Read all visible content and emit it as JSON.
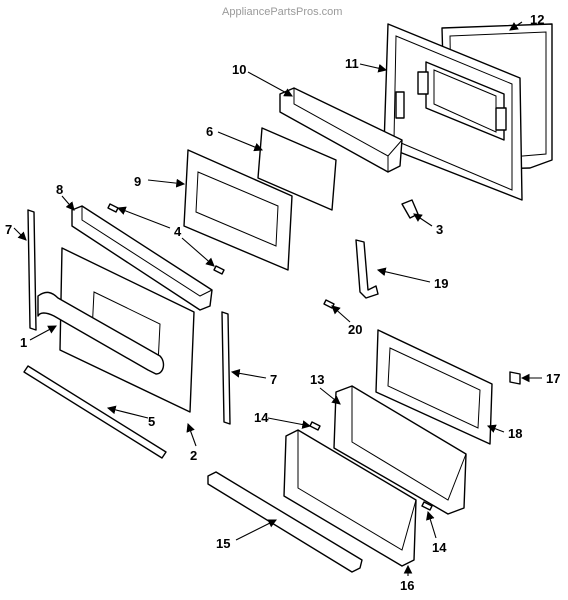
{
  "watermark": "AppliancePartsPros.com",
  "callouts": {
    "c1": "1",
    "c2": "2",
    "c3": "3",
    "c4": "4",
    "c5": "5",
    "c6": "6",
    "c7a": "7",
    "c7b": "7",
    "c8": "8",
    "c9": "9",
    "c10": "10",
    "c11": "11",
    "c12": "12",
    "c13": "13",
    "c14a": "14",
    "c14b": "14",
    "c15": "15",
    "c16": "16",
    "c17": "17",
    "c18": "18",
    "c19": "19",
    "c20": "20"
  }
}
